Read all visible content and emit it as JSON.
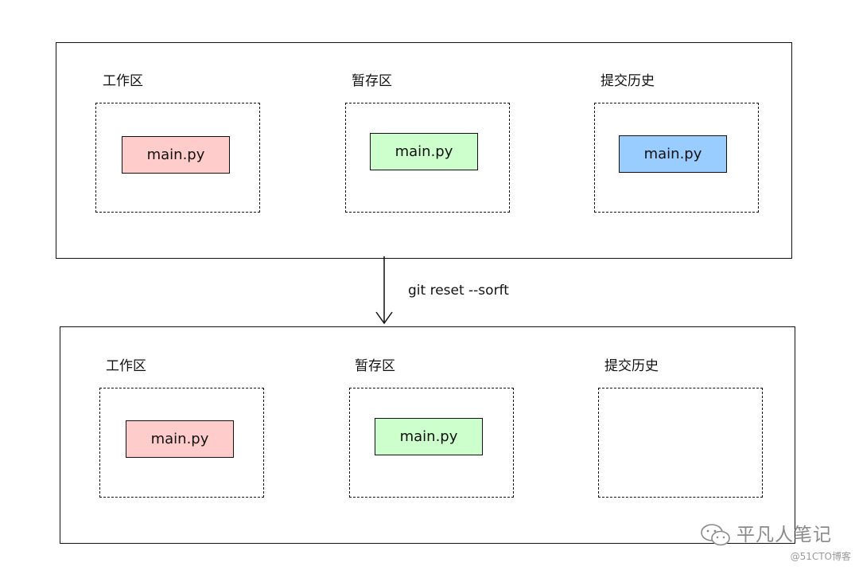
{
  "colors": {
    "worktree_file": "#ffcccc",
    "staging_file": "#ccffcc",
    "history_file": "#99ccff",
    "border": "#111111",
    "watermark": "#8a8a8a"
  },
  "top_panel": {
    "worktree": {
      "label": "工作区",
      "file": "main.py"
    },
    "staging": {
      "label": "暂存区",
      "file": "main.py"
    },
    "history": {
      "label": "提交历史",
      "file": "main.py"
    }
  },
  "command": "git reset --sorft",
  "bottom_panel": {
    "worktree": {
      "label": "工作区",
      "file": "main.py"
    },
    "staging": {
      "label": "暂存区",
      "file": "main.py"
    },
    "history": {
      "label": "提交历史"
    }
  },
  "watermark": {
    "icon": "wechat-icon",
    "name": "平凡人笔记",
    "sub": "@51CTO博客"
  }
}
